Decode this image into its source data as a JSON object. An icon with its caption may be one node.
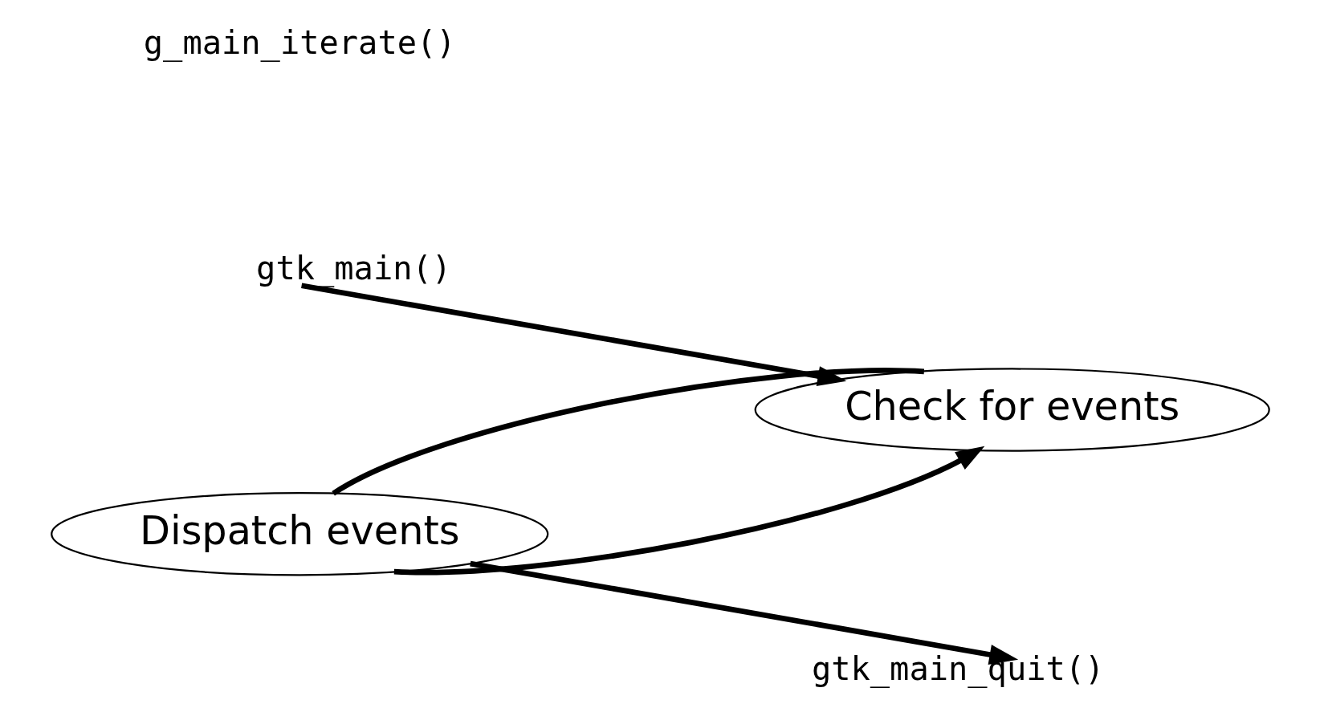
{
  "diagram": {
    "nodes": [
      {
        "text": [
          "Dispatch events"
        ]
      },
      {
        "text": [
          "Check for events"
        ]
      }
    ],
    "edges": [
      {
        "from": 0,
        "to": 1,
        "arrow": "to"
      },
      {
        "from": 1,
        "to": 0,
        "arrow": "none"
      },
      {
        "from": null,
        "to": 1,
        "arrow": "to",
        "label": "gtk_main()"
      },
      {
        "from": 0,
        "to": null,
        "arrow": "to",
        "label": "gtk_main_quit()"
      }
    ],
    "labels": [
      "g_main_iterate()"
    ]
  }
}
